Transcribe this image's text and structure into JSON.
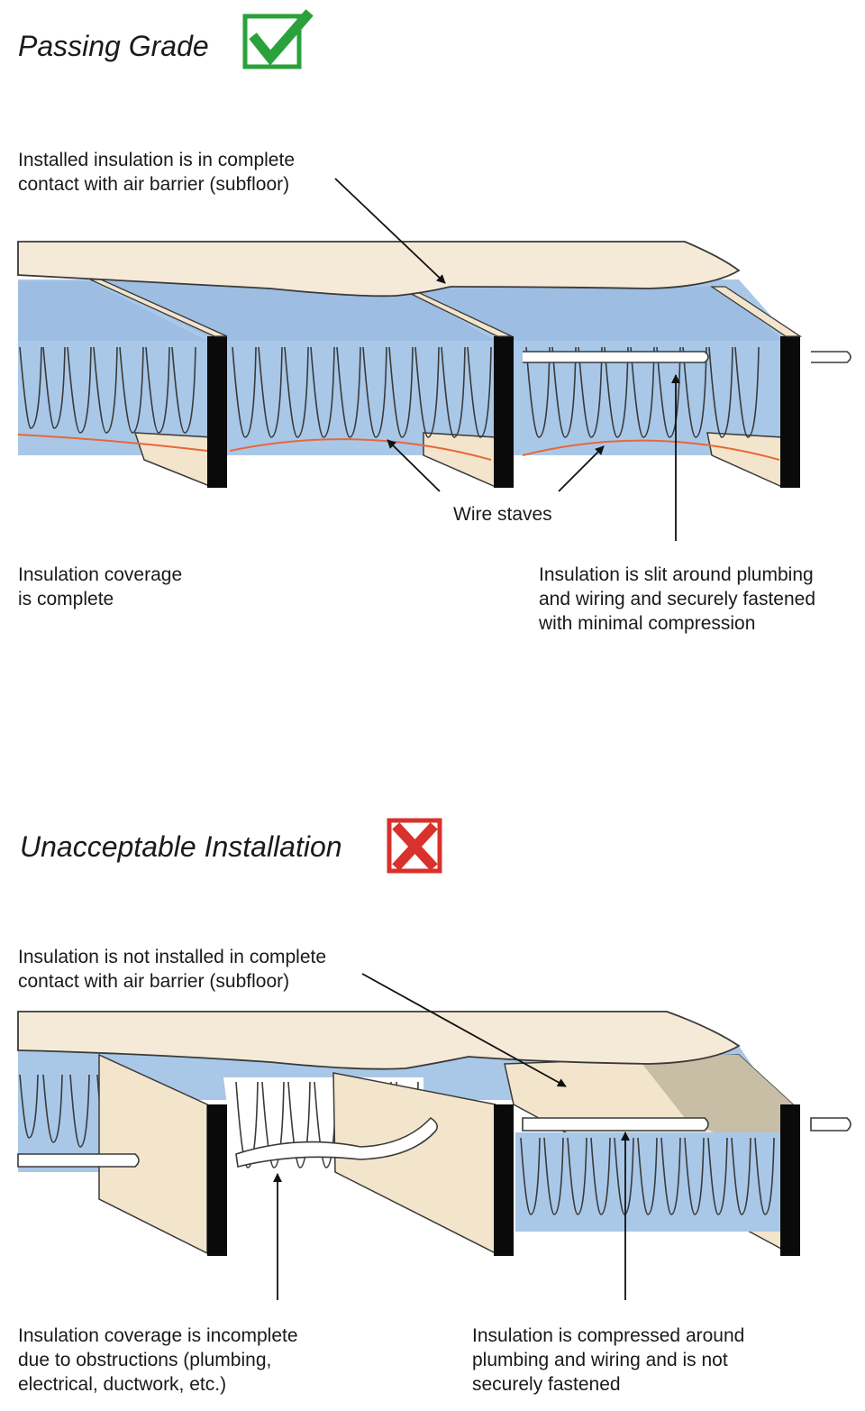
{
  "passing": {
    "title": "Passing Grade",
    "badge_icon": "checkmark-icon",
    "badge_color": "#2aa13a",
    "callouts": {
      "air_barrier": [
        "Installed insulation is in complete",
        "contact with air barrier (subfloor)"
      ],
      "wire_staves": [
        "Wire staves"
      ],
      "coverage": [
        "Insulation coverage",
        "is complete"
      ],
      "slit": [
        "Insulation is slit around plumbing",
        "and wiring and securely fastened",
        "with minimal compression"
      ]
    }
  },
  "unacceptable": {
    "title": "Unacceptable Installation",
    "badge_icon": "x-mark-icon",
    "badge_color": "#d9312b",
    "callouts": {
      "air_barrier": [
        "Insulation is not installed in complete",
        "contact with air barrier (subfloor)"
      ],
      "coverage": [
        "Insulation coverage is incomplete",
        "due to obstructions (plumbing,",
        "electrical, ductwork, etc.)"
      ],
      "compressed": [
        "Insulation is compressed around",
        "plumbing and wiring and is not",
        "securely fastened"
      ]
    }
  },
  "colors": {
    "subfloor": "#f5ead7",
    "insulation": "#a9c8e8",
    "insulation_top": "#9dbde2",
    "joist_face": "#f3e5cc",
    "joist_edge": "#0a0a0a",
    "stave": "#e8673a",
    "outline": "#3a3a3a"
  }
}
